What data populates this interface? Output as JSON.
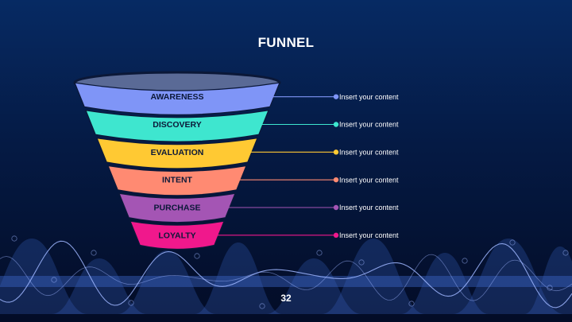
{
  "slide": {
    "title": "FUNNEL",
    "page_number": "32"
  },
  "funnel": {
    "rim_color": "#5a6a96",
    "stages": [
      {
        "label": "AWARENESS",
        "color": "#7f95f7",
        "callout": "Insert your content"
      },
      {
        "label": "DISCOVERY",
        "color": "#3ee6cf",
        "callout": "Insert your content"
      },
      {
        "label": "EVALUATION",
        "color": "#ffc933",
        "callout": "Insert your content"
      },
      {
        "label": "INTENT",
        "color": "#ff8a72",
        "callout": "Insert your content"
      },
      {
        "label": "PURCHASE",
        "color": "#a455b4",
        "callout": "Insert your content"
      },
      {
        "label": "LOYALTY",
        "color": "#f0188c",
        "callout": "Insert your content"
      }
    ]
  },
  "decor": {
    "wave_color": "#3a63c6",
    "wave_line_color": "#9fb6ff"
  }
}
